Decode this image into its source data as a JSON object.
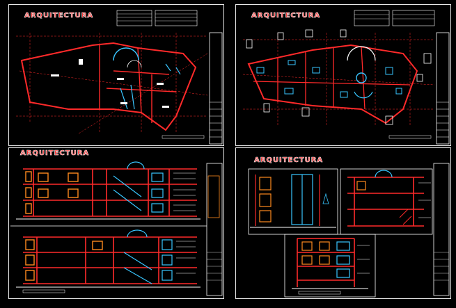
{
  "sheets": [
    {
      "id": "floor-plan-1",
      "title": "ARQUITECTURA"
    },
    {
      "id": "floor-plan-2",
      "title": "ARQUITECTURA"
    },
    {
      "id": "elevations",
      "title": "ARQUITECTURA"
    },
    {
      "id": "sections",
      "title": "ARQUITECTURA"
    }
  ],
  "colors": {
    "background": "#000000",
    "frame": "#e8e8e8",
    "wall": "#ff2a2a",
    "accent_cyan": "#39c6ff",
    "accent_orange": "#ff8a1e",
    "accent_yellow": "#ffe23a",
    "line_white": "#ffffff"
  }
}
